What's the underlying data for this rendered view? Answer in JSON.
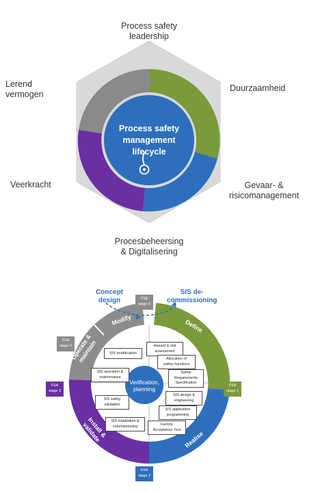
{
  "top_diagram": {
    "center_title_lines": [
      "Process safety",
      "management",
      "lifecycle"
    ],
    "outer_labels": {
      "top": [
        "Process safety",
        "leadership"
      ],
      "top_right": [
        "Duurzaamheid"
      ],
      "bottom_right": [
        "Gevaar- &",
        "risicomanagement"
      ],
      "bottom": [
        "Procesbeheersing",
        "& Digitalisering"
      ],
      "bottom_left": [
        "Veerkracht"
      ],
      "top_left": [
        "Lerend",
        "vermogen"
      ]
    },
    "colors": {
      "hexagon": "#d9d9d9",
      "gray_segment": "#8a8a8a",
      "green_segment": "#7a9a3c",
      "blue_segment": "#2e6fbd",
      "purple_segment": "#6a2fa3",
      "center": "#2e6fbd"
    },
    "icon": "lifecycle-logo-icon"
  },
  "bottom_diagram": {
    "concept_design_lines": [
      "Concept",
      "design"
    ],
    "decommissioning_lines": [
      "SIS de-",
      "commissioning"
    ],
    "center_lines": [
      "Verification,",
      "planning"
    ],
    "ring_labels": {
      "modify": "Modify",
      "define": "Define",
      "realise": "Realise",
      "install_lines": [
        "Install &",
        "validate"
      ],
      "operate_lines": [
        "Operate &",
        "maintain"
      ]
    },
    "fsa_badges": {
      "stage5": [
        "FSA",
        "stage 5"
      ],
      "stage4": [
        "FSA",
        "stage 4"
      ],
      "stage3": [
        "FSA",
        "stage 3"
      ],
      "stage2": [
        "FSA",
        "stage 2"
      ],
      "stage1": [
        "FSA",
        "stage 1"
      ]
    },
    "boxes": {
      "sis_modification": [
        "SIS modification"
      ],
      "sis_operation": [
        "SIS operation &",
        "maintenance"
      ],
      "sis_safety_validation": [
        "SIS safety",
        "validation"
      ],
      "sis_installation": [
        "SIS installation &",
        "commissioning"
      ],
      "hazard_risk": [
        "Hazard & risk",
        "assessment"
      ],
      "allocation": [
        "Allocation of",
        "safety functions"
      ],
      "safety_requirements": [
        "Safety",
        "Requirements",
        "Specification"
      ],
      "sis_design": [
        "SIS design &",
        "engineering"
      ],
      "sis_application": [
        "SIS application",
        "programming"
      ],
      "factory_acceptance": [
        "Factory",
        "Acceptance Test"
      ]
    },
    "colors": {
      "gray": "#8c8c8c",
      "green": "#7a9a3c",
      "blue": "#2e6fbd",
      "purple": "#6a2fa3",
      "arrow_blue": "#2e6fbd"
    }
  }
}
